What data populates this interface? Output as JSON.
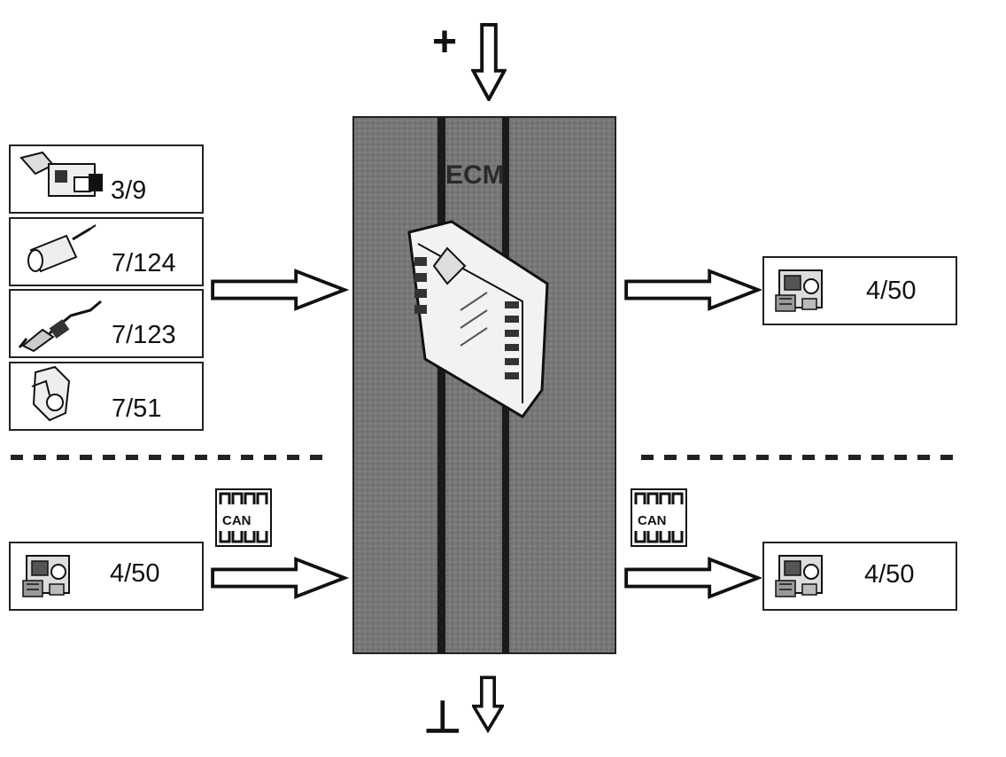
{
  "power_plus_symbol": "+",
  "ground_symbol": "⊥",
  "ecm": {
    "label": "ECM",
    "fill_color": "#7a7a7a",
    "stripe_color": "#1a1a1a"
  },
  "inputs": [
    {
      "label": "3/9",
      "icon": "sensor-connector-icon"
    },
    {
      "label": "7/124",
      "icon": "cylinder-sensor-icon"
    },
    {
      "label": "7/123",
      "icon": "cable-sensor-icon"
    },
    {
      "label": "7/51",
      "icon": "position-sensor-icon"
    }
  ],
  "can_input": {
    "label": "4/50",
    "icon": "control-module-icon"
  },
  "outputs": [
    {
      "label": "4/50",
      "icon": "control-module-icon"
    }
  ],
  "can_output": {
    "label": "4/50",
    "icon": "control-module-icon"
  },
  "can_badge": {
    "text": "CAN"
  }
}
